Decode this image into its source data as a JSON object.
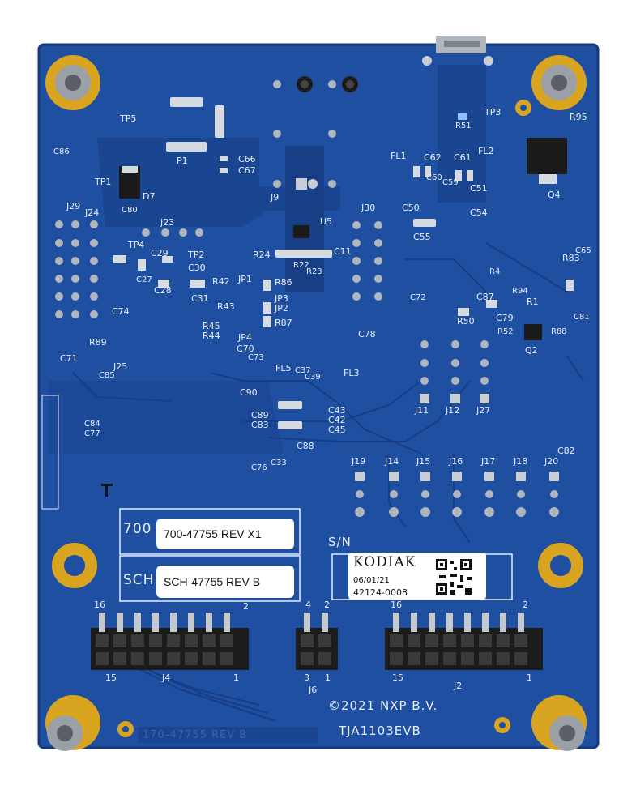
{
  "board": {
    "bg_color": "#1f4fa0",
    "pad_color": "#d9a521",
    "part_number_prefix": "700",
    "part_number_label": "700-47755 REV X1",
    "schematic_prefix": "SCH",
    "schematic_label": "SCH-47755 REV B",
    "serial_prefix": "S/N",
    "maker_logo": "KODIAK",
    "date_code": "06/01/21",
    "serial_number": "42124-0008",
    "copyright": "©2021 NXP B.V.",
    "board_name": "TJA1103EVB",
    "pcb_number": "170-47755 REV B"
  },
  "connectors": {
    "j4": {
      "name": "J4",
      "pin_top_left": "16",
      "pin_top_right": "2",
      "pin_bottom_left": "15",
      "pin_bottom_right": "1"
    },
    "j6": {
      "name": "J6",
      "pin_top_left": "4",
      "pin_top_right": "2",
      "pin_bottom_left": "3",
      "pin_bottom_right": "1"
    },
    "j2": {
      "name": "J2",
      "pin_top_left": "16",
      "pin_top_right": "2",
      "pin_bottom_left": "15",
      "pin_bottom_right": "1"
    }
  },
  "jumpers": [
    "J19",
    "J14",
    "J15",
    "J16",
    "J17",
    "J18",
    "J20"
  ],
  "silkscreen": [
    "TP5",
    "P1",
    "C66",
    "C67",
    "C86",
    "TP1",
    "D7",
    "J29",
    "J24",
    "C80",
    "J23",
    "TP4",
    "C29",
    "C28",
    "C27",
    "TP2",
    "C30",
    "C31",
    "R42",
    "JP1",
    "R43",
    "JP2",
    "JP3",
    "R45",
    "R44",
    "JP4",
    "R86",
    "R87",
    "C74",
    "R89",
    "J25",
    "C71",
    "C85",
    "C70",
    "C73",
    "C90",
    "C89",
    "C83",
    "FL5",
    "C37",
    "C39",
    "C43",
    "C42",
    "C45",
    "C88",
    "C76",
    "C33",
    "FL3",
    "J9",
    "U5",
    "R24",
    "R22",
    "R23",
    "C11",
    "J30",
    "C72",
    "C78",
    "FL1",
    "C62",
    "C61",
    "C60",
    "C59",
    "C50",
    "C51",
    "C55",
    "C54",
    "R51",
    "TP3",
    "R95",
    "Q4",
    "FL2",
    "C65",
    "R83",
    "C87",
    "R50",
    "R94",
    "R4",
    "R1",
    "R52",
    "R88",
    "C79",
    "Q2",
    "C81",
    "J11",
    "J12",
    "J27",
    "C82",
    "C77",
    "C84"
  ]
}
